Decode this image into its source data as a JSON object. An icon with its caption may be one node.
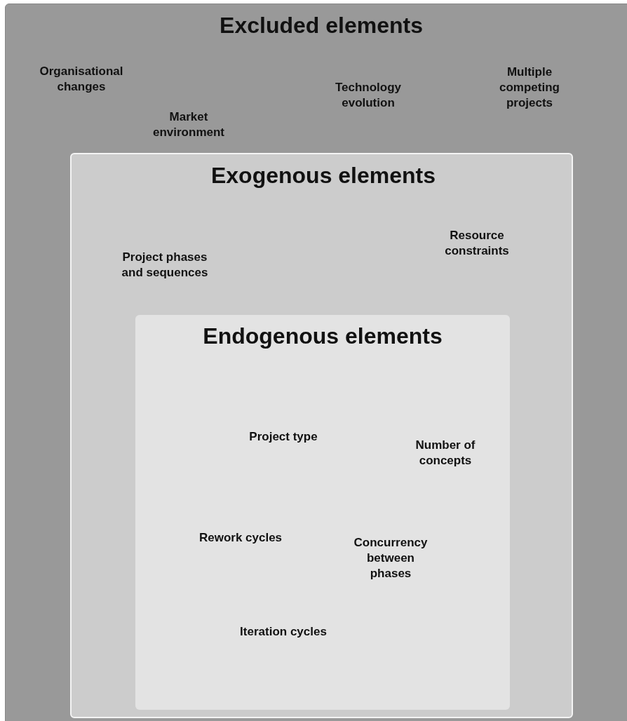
{
  "diagram": {
    "nodes": [
      {
        "text": [
          "Excluded elements",
          "Organisational changes",
          "Market environment",
          "Technology evolution",
          "Multiple competing projects"
        ]
      },
      {
        "text": [
          "Exogenous elements",
          "Project phases and sequences",
          "Resource constraints"
        ],
        "in": 0
      },
      {
        "text": [
          "Endogenous elements",
          "Project type",
          "Number of concepts",
          "Rework cycles",
          "Concurrency between phases",
          "Iteration cycles"
        ],
        "in": 1
      }
    ]
  }
}
